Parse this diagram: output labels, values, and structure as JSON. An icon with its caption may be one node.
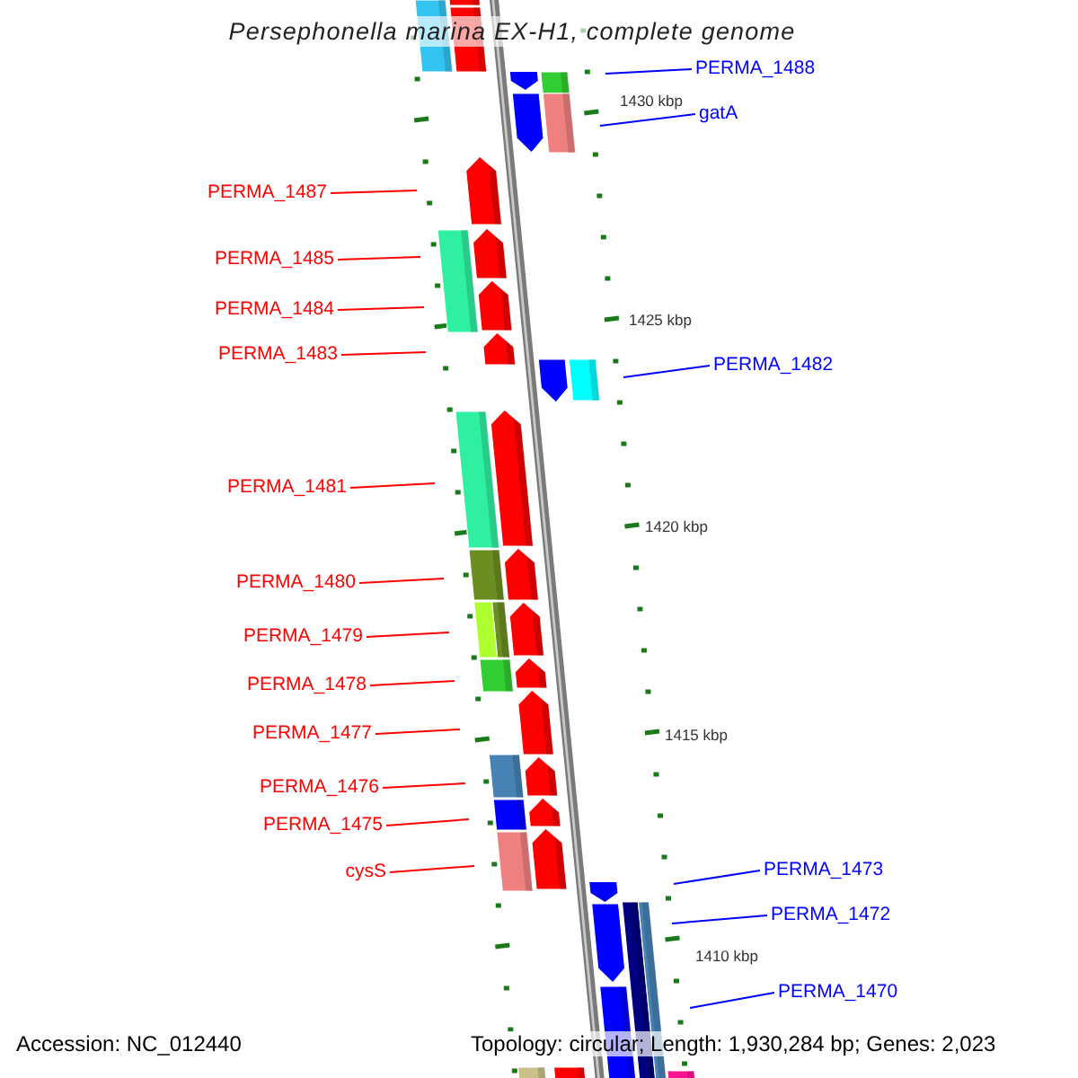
{
  "diagram": {
    "title": "Persephonella marina EX-H1, complete genome",
    "nodes": [
      {
        "text": [
          "PERMA_1488"
        ]
      },
      {
        "text": [
          "gatA"
        ]
      },
      {
        "text": [
          "PERMA_1487"
        ]
      },
      {
        "text": [
          "PERMA_1485"
        ]
      },
      {
        "text": [
          "PERMA_1484"
        ]
      },
      {
        "text": [
          "PERMA_1483"
        ]
      },
      {
        "text": [
          "PERMA_1482"
        ]
      },
      {
        "text": [
          "PERMA_1481"
        ]
      },
      {
        "text": [
          "PERMA_1480"
        ]
      },
      {
        "text": [
          "PERMA_1479"
        ]
      },
      {
        "text": [
          "PERMA_1478"
        ]
      },
      {
        "text": [
          "PERMA_1477"
        ]
      },
      {
        "text": [
          "PERMA_1476"
        ]
      },
      {
        "text": [
          "PERMA_1475"
        ]
      },
      {
        "text": [
          "cysS"
        ]
      },
      {
        "text": [
          "PERMA_1473"
        ]
      },
      {
        "text": [
          "PERMA_1472"
        ]
      },
      {
        "text": [
          "PERMA_1470"
        ]
      }
    ],
    "edges": [
      {
        "from": 0,
        "to": null,
        "arrow": "none",
        "color": "#0000ff"
      },
      {
        "from": 1,
        "to": null,
        "arrow": "none",
        "color": "#0000ff"
      },
      {
        "from": 2,
        "to": null,
        "arrow": "none"
      },
      {
        "from": 3,
        "to": null,
        "arrow": "none"
      },
      {
        "from": 4,
        "to": null,
        "arrow": "none"
      },
      {
        "from": 5,
        "to": null,
        "arrow": "none"
      },
      {
        "from": 6,
        "to": null,
        "arrow": "none",
        "color": "#0000ff"
      },
      {
        "from": 7,
        "to": null,
        "arrow": "none"
      },
      {
        "from": 8,
        "to": null,
        "arrow": "none"
      },
      {
        "from": 9,
        "to": null,
        "arrow": "none"
      },
      {
        "from": 10,
        "to": null,
        "arrow": "none"
      },
      {
        "from": 11,
        "to": null,
        "arrow": "none"
      },
      {
        "from": 12,
        "to": null,
        "arrow": "none"
      },
      {
        "from": 13,
        "to": null,
        "arrow": "none"
      },
      {
        "from": 14,
        "to": null,
        "arrow": "none"
      },
      {
        "from": 15,
        "to": null,
        "arrow": "none",
        "color": "#0000ff"
      },
      {
        "from": 16,
        "to": null,
        "arrow": "none",
        "color": "#0000ff"
      },
      {
        "from": 17,
        "to": null,
        "arrow": "none",
        "color": "#0000ff"
      }
    ],
    "labels": [
      "1430 kbp",
      "1425 kbp",
      "1420 kbp",
      "1415 kbp",
      "1410 kbp",
      "Accession: NC_012440",
      "Topology: circular; Length: 1,930,284 bp; Genes: 2,023"
    ]
  }
}
